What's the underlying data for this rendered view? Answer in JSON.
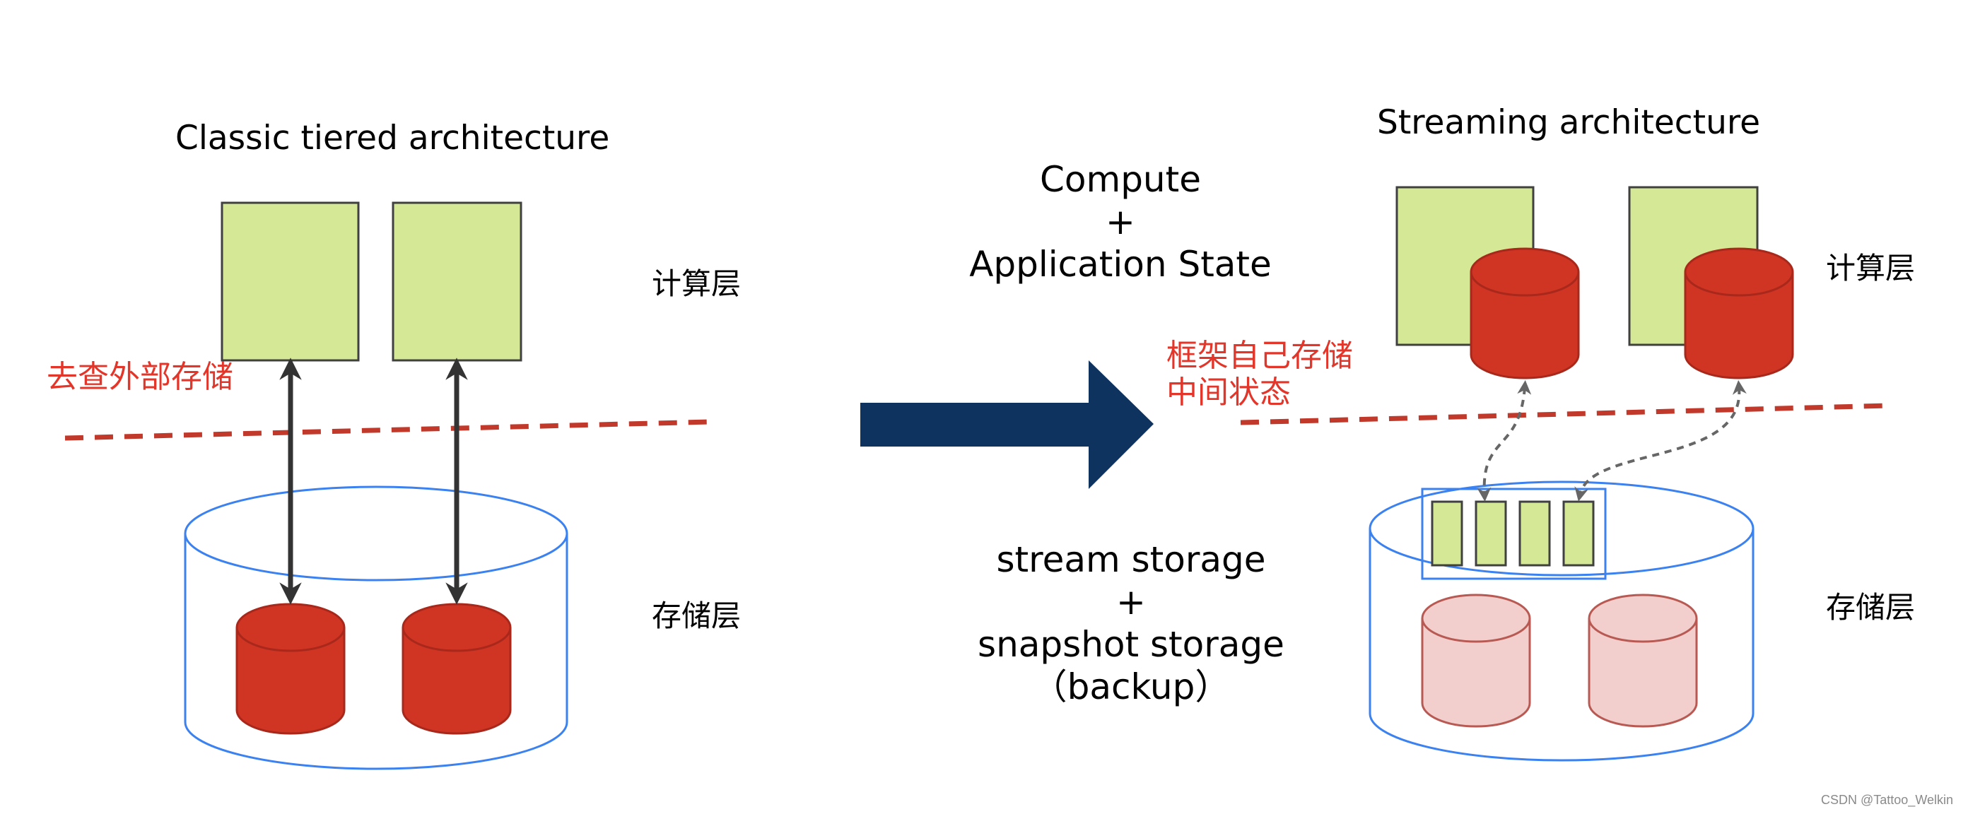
{
  "colors": {
    "compute_box": "#d5e895",
    "compute_stroke": "#404040",
    "db_red": "#d03423",
    "db_red_stroke": "#a8281b",
    "db_pink": "#f2cfcc",
    "db_pink_stroke": "#b85a53",
    "storage_outline": "#3b82f0",
    "arrow": "#0f335f",
    "boundary": "#c0392b",
    "note": "#e3362a"
  },
  "left": {
    "title": "Classic tiered architecture",
    "compute_layer": "计算层",
    "storage_layer": "存储层",
    "query_note": "去查外部存储"
  },
  "middle": {
    "compute_line1": "Compute",
    "compute_plus": "+",
    "compute_line2": "Application State",
    "storage_line1": "stream storage",
    "storage_plus": "+",
    "storage_line2": "snapshot storage",
    "storage_line3": "（backup）"
  },
  "right": {
    "title": "Streaming architecture",
    "compute_layer": "计算层",
    "storage_layer": "存储层",
    "state_note_line1": "框架自己存储",
    "state_note_line2": "中间状态"
  },
  "watermark": "CSDN @Tattoo_Welkin"
}
